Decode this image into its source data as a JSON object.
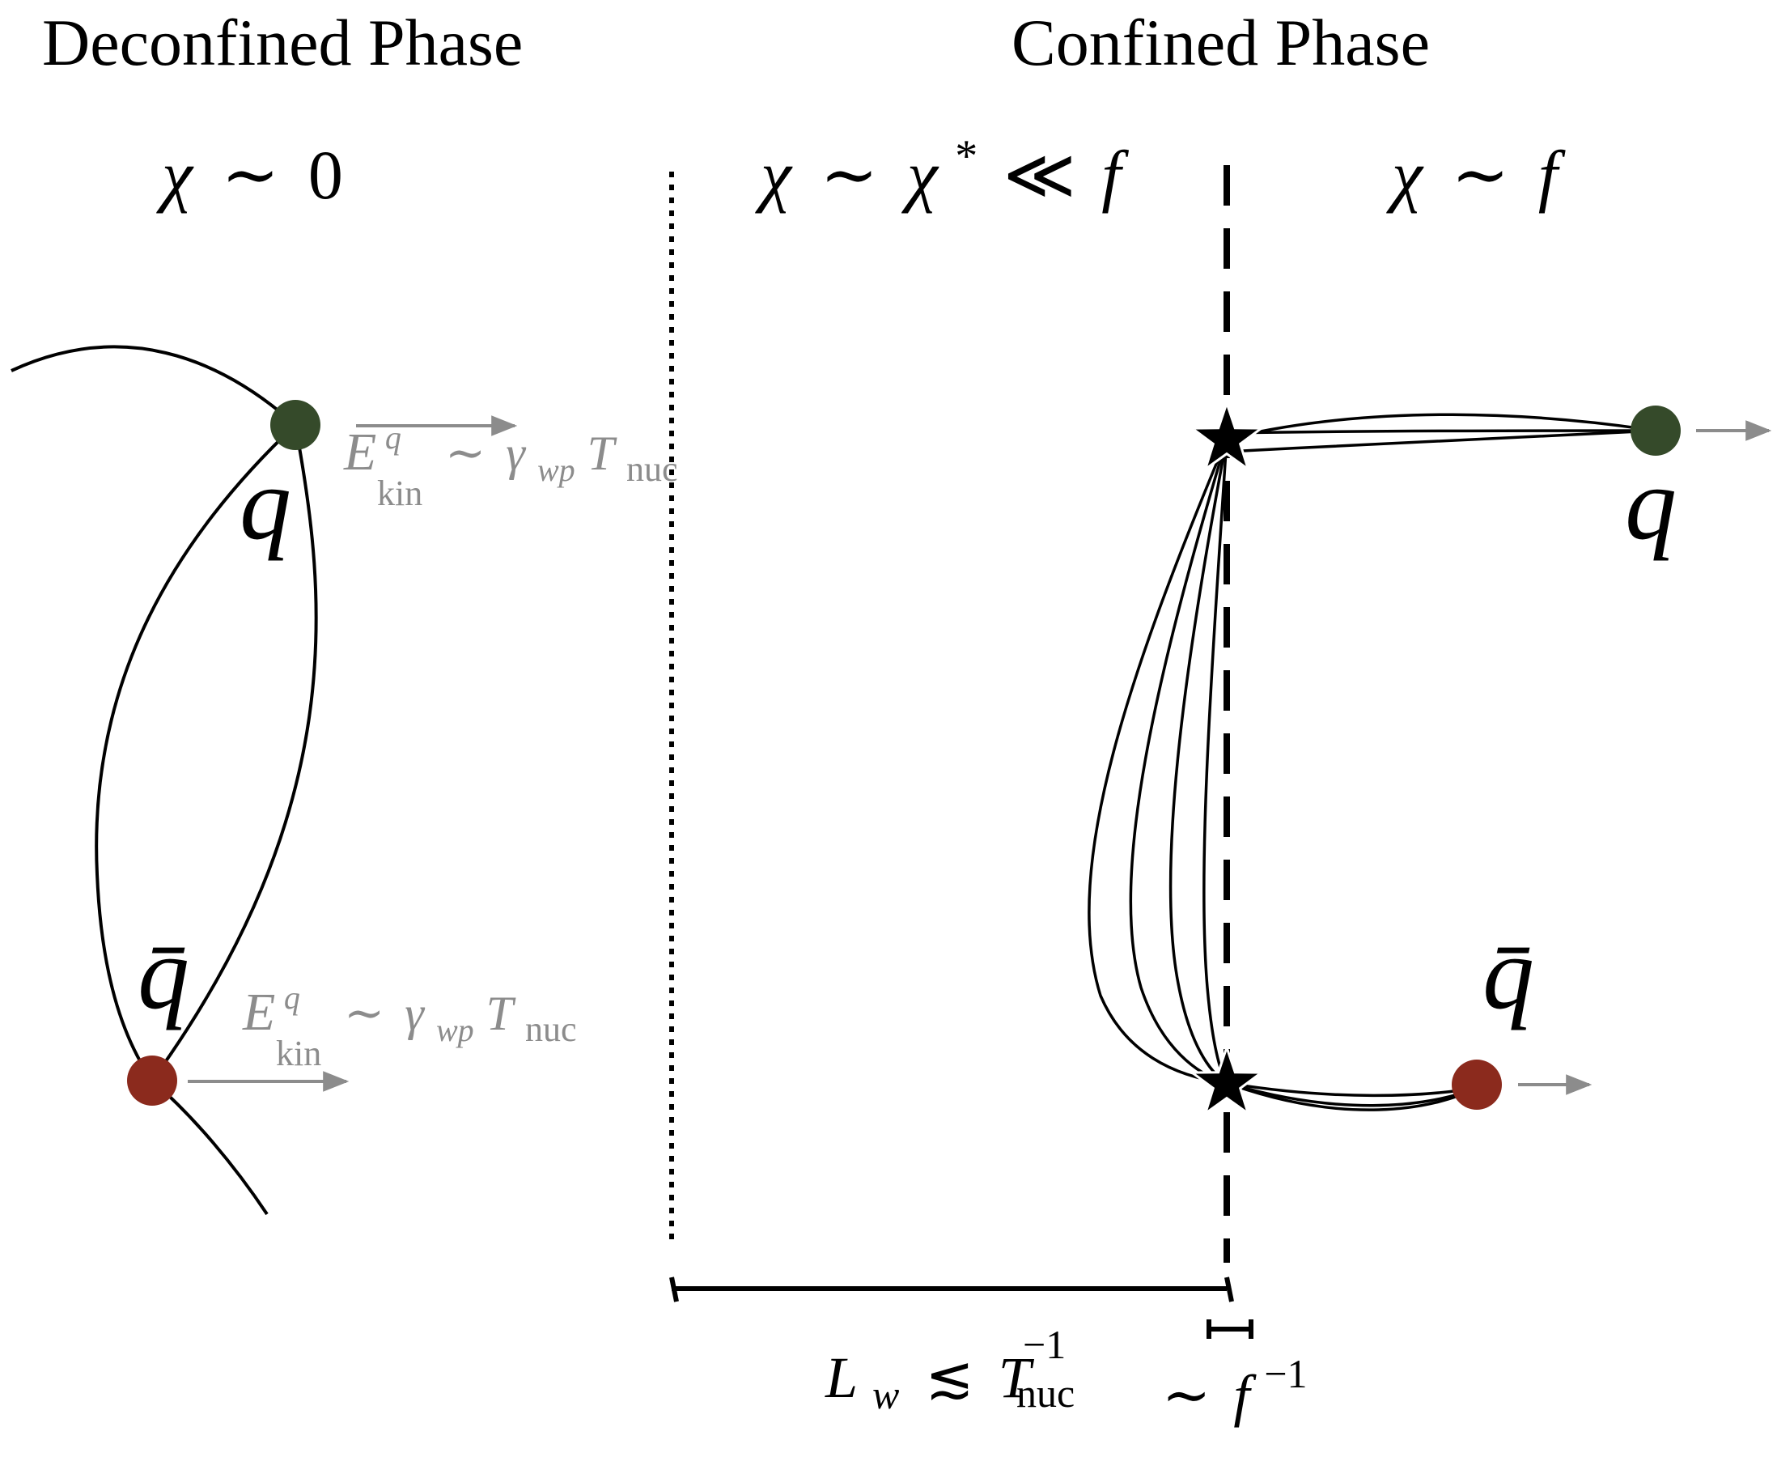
{
  "phases": {
    "deconfined": "Deconfined Phase",
    "confined": "Confined Phase"
  },
  "regions": {
    "left": {
      "chi": "χ",
      "sim": "∼",
      "value": "0"
    },
    "middle": {
      "chi": "χ",
      "sim": "∼",
      "chi_star": "χ",
      "star": "*",
      "ll": "≪",
      "f": "f"
    },
    "right": {
      "chi": "χ",
      "sim": "∼",
      "f": "f"
    }
  },
  "particles": {
    "left_quark": {
      "label": "q",
      "color": "#354a2a"
    },
    "left_antiquark": {
      "label": "q̄",
      "color": "#8b2a1d"
    },
    "right_quark": {
      "label": "q",
      "color": "#354a2a"
    },
    "right_antiquark": {
      "label": "q̄",
      "color": "#8b2a1d"
    }
  },
  "kinetic_label": {
    "E": "E",
    "sup": "q",
    "sub": "kin",
    "sim": "∼",
    "gamma": "γ",
    "gsub": "wp",
    "T": "T",
    "tsub": "nuc"
  },
  "scales": {
    "wall": {
      "L": "L",
      "lsub": "w",
      "rel": "≲",
      "T": "T",
      "tsup": "−1",
      "tsub": "nuc"
    },
    "string": {
      "sim": "∼",
      "f": "f",
      "fsup": "−1"
    }
  },
  "colors": {
    "arrow": "#8c8c8c",
    "line": "#000000"
  }
}
